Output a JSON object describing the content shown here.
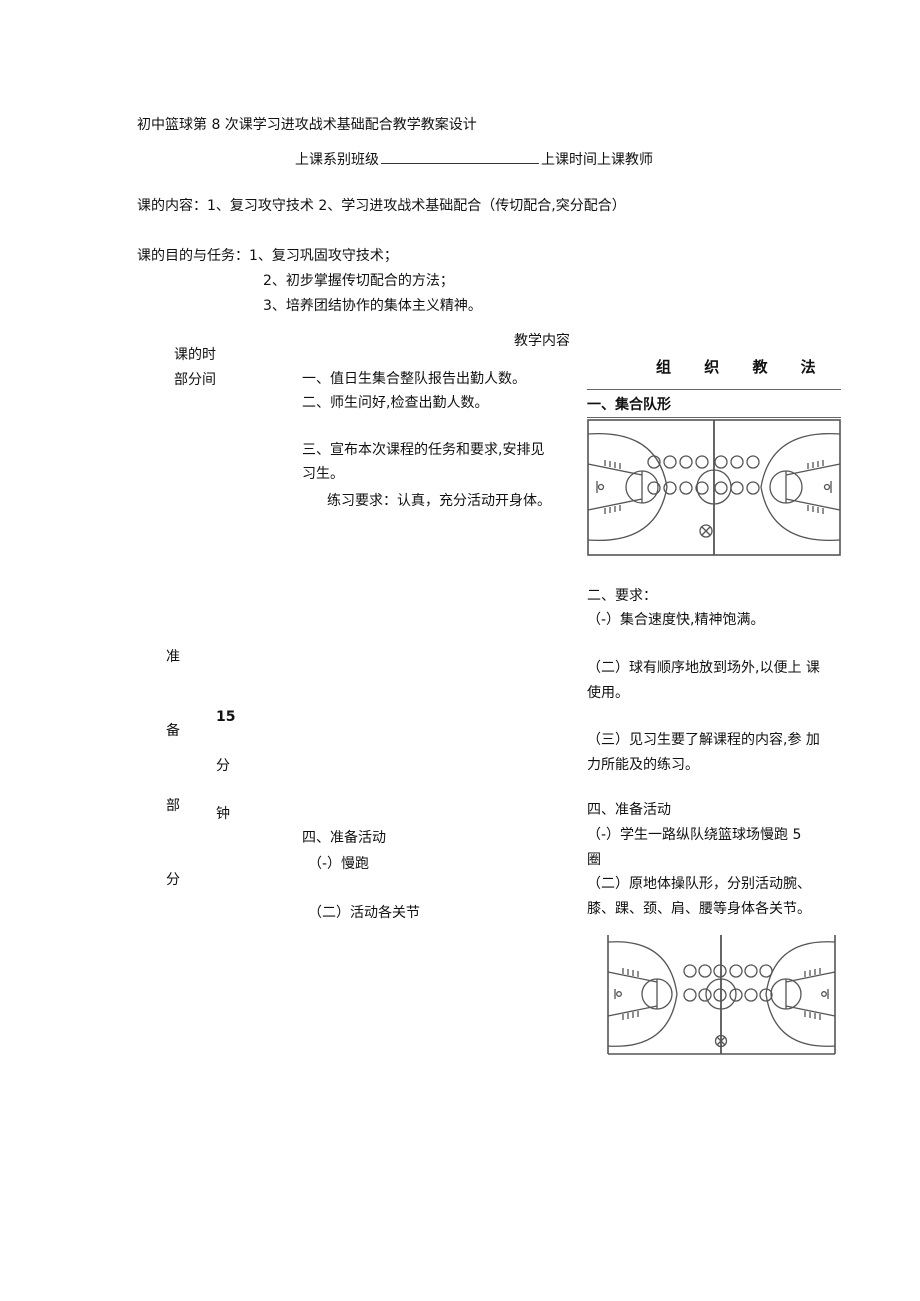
{
  "document": {
    "title": "初中篮球第 8 次课学习进攻战术基础配合教学教案设计",
    "meta_line": {
      "class_label": "上课系别班级",
      "time_teacher_label": "上课时间上课教师"
    },
    "content_line": "课的内容：1、复习攻守技术 2、学习进攻战术基础配合（传切配合,突分配合）",
    "objectives": {
      "label": "课的目的与任务：",
      "items": [
        "1、复习巩固攻守技术；",
        "2、初步掌握传切配合的方法；",
        "3、培养团结协作的集体主义精神。"
      ]
    },
    "table_headers": {
      "part_time_line1": "课的时",
      "part_time_line2": "部分间",
      "content": "教学内容",
      "organization": "组 织 教 法"
    },
    "section": {
      "part_chars": [
        "准",
        "备",
        "部",
        "分"
      ],
      "duration_number": "15",
      "duration_chars": [
        "分",
        "钟"
      ]
    },
    "teaching_content": {
      "items": [
        "一、值日生集合整队报告出勤人数。",
        "二、师生问好,检查出勤人数。",
        "三、宣布本次课程的任务和要求,安排见",
        "习生。",
        "练习要求：认真，充分活动开身体。"
      ],
      "warmup": {
        "title": "四、准备活动",
        "items": [
          "（-）慢跑",
          "（二）活动各关节"
        ]
      }
    },
    "organization": {
      "gather_title": "一、集合队形",
      "requirements_title": "二、要求：",
      "requirements": [
        "（-）集合速度快,精神饱满。",
        "（二）球有顺序地放到场外,以便上 课",
        "使用。",
        "（三）见习生要了解课程的内容,参 加",
        "力所能及的练习。"
      ],
      "warmup_title": "四、准备活动",
      "warmup_items": [
        "（-）学生一路纵队绕篮球场慢跑 5",
        "圈",
        "（二）原地体操队形，分别活动腕、",
        "膝、踝、颈、肩、腰等身体各关节。"
      ],
      "diagrams": [
        {
          "name": "court-diagram-gathering",
          "players_per_row": 7,
          "rows": 2
        },
        {
          "name": "court-diagram-warmup",
          "players_per_row": 6,
          "rows": 2
        }
      ]
    },
    "colors": {
      "text": "#111111",
      "court_line": "#555555",
      "rule": "#666666"
    }
  }
}
